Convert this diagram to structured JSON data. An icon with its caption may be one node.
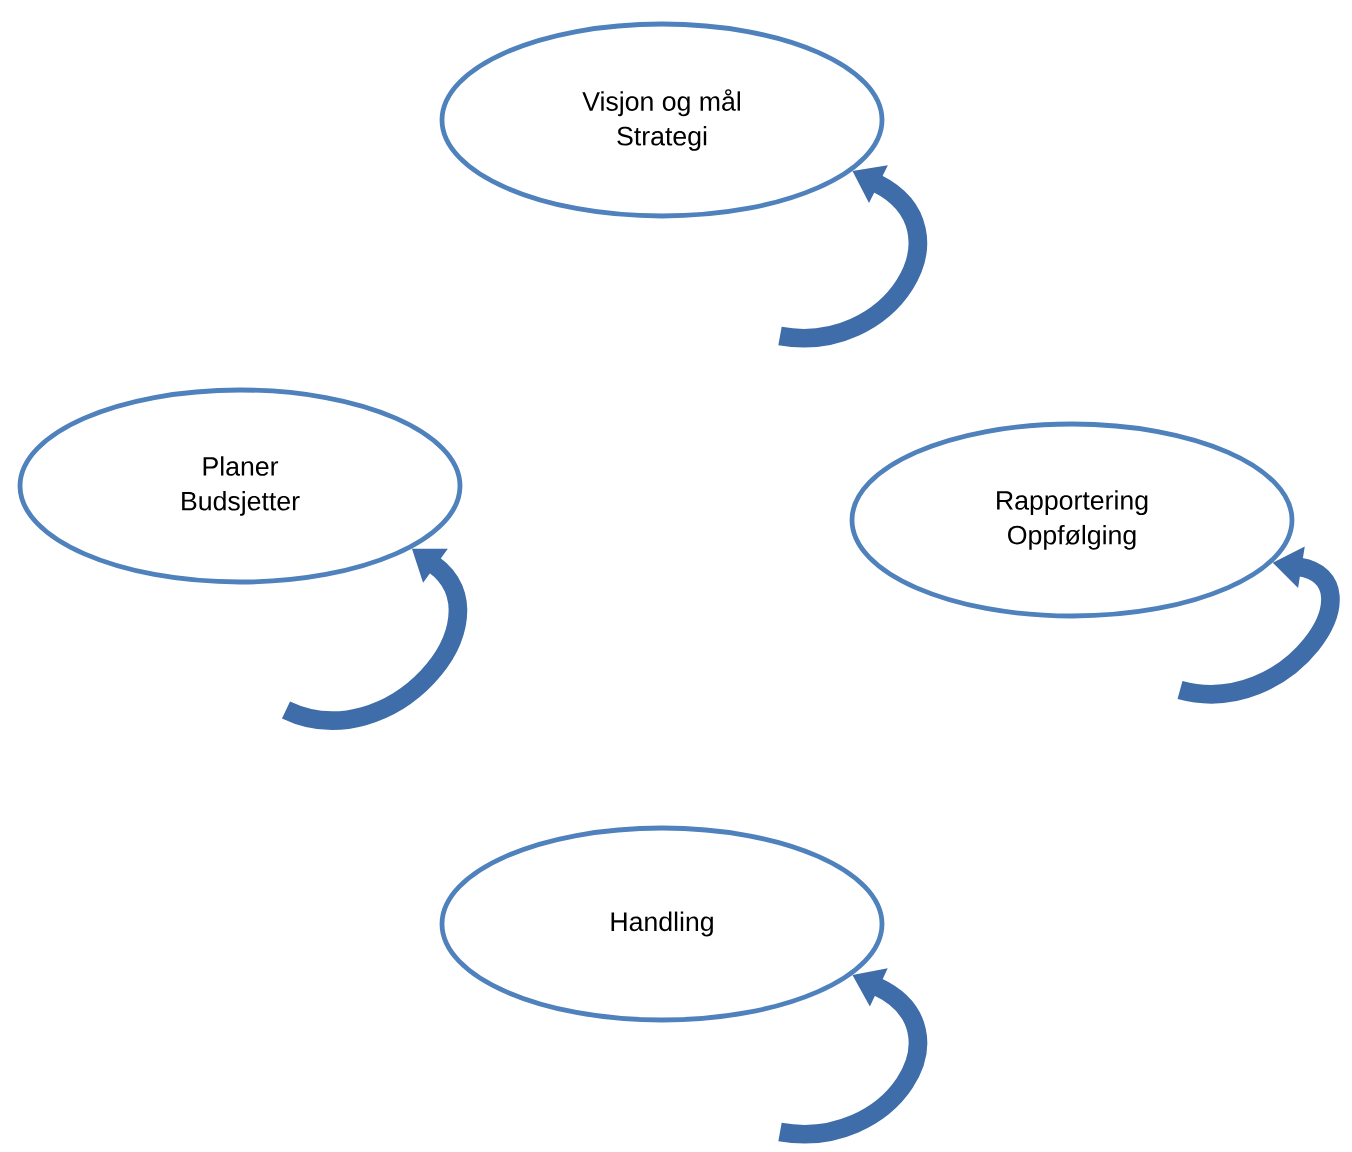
{
  "diagram": {
    "nodes": [
      {
        "text": [
          "Visjon og mål",
          "Strategi"
        ]
      },
      {
        "text": [
          "Planer",
          "Budsjetter"
        ]
      },
      {
        "text": [
          "Rapportering",
          "Oppfølging"
        ]
      },
      {
        "text": [
          "Handling"
        ]
      }
    ],
    "edges": [
      {
        "from": null,
        "to": 0,
        "arrow": "to"
      },
      {
        "from": null,
        "to": 1,
        "arrow": "to"
      },
      {
        "from": null,
        "to": 2,
        "arrow": "to"
      },
      {
        "from": null,
        "to": 3,
        "arrow": "to"
      }
    ]
  }
}
